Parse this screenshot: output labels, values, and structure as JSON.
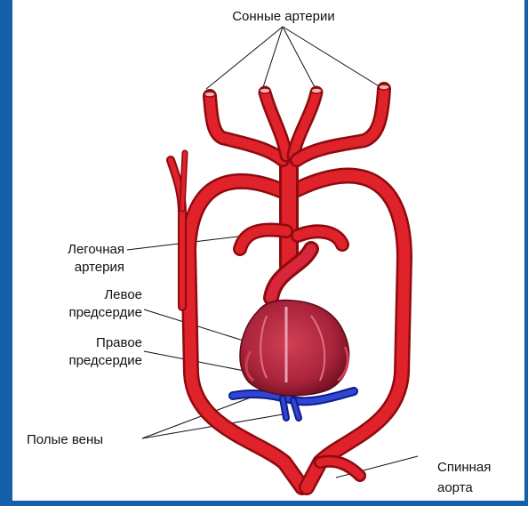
{
  "labels": {
    "carotid_arteries": "Сонные артерии",
    "pulmonary_artery_line1": "Легочная",
    "pulmonary_artery_line2": "артерия",
    "left_atrium_line1": "Левое",
    "left_atrium_line2": "предсердие",
    "right_atrium_line1": "Правое",
    "right_atrium_line2": "предсердие",
    "vena_cava": "Полые вены",
    "dorsal_aorta_line1": "Спинная",
    "dorsal_aorta_line2": "аорта"
  },
  "colors": {
    "artery": "#d8141c",
    "artery_dark": "#8e0a0f",
    "heart": "#b8283a",
    "heart_dark": "#6e1022",
    "vein": "#1c2fb8",
    "frame": "#1560a8",
    "text": "#111111"
  }
}
